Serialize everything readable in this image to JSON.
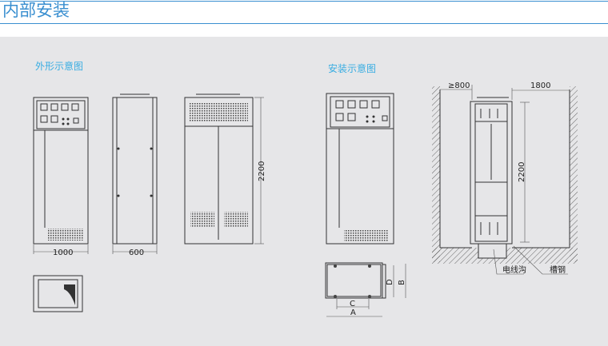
{
  "header": {
    "title": "内部安装"
  },
  "sections": {
    "outline": {
      "label": "外形示意图",
      "dims": {
        "width": "1000",
        "depth": "600",
        "height": "2200"
      }
    },
    "install": {
      "label": "安装示意图",
      "dims": {
        "C": "C",
        "A": "A",
        "D": "D",
        "B": "B"
      }
    },
    "room": {
      "front_clearance": "≥800",
      "rear_clearance": "1800",
      "height": "2200",
      "cable_trench": "电线沟",
      "channel_steel": "槽钢"
    }
  },
  "colors": {
    "accent": "#3a8fd0",
    "label": "#39ade2",
    "panel": "#e6e6e8"
  }
}
